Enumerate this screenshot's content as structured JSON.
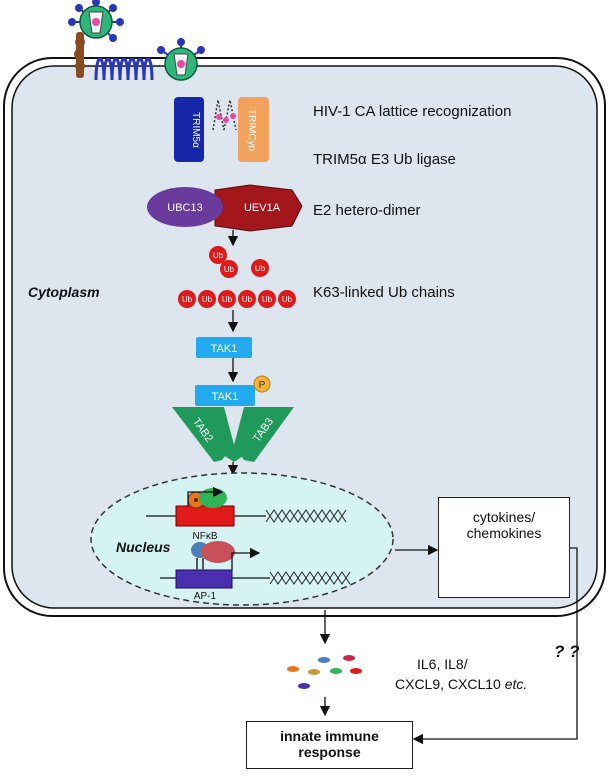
{
  "labels": {
    "ca_recognition": "HIV-1 CA lattice recognization",
    "e3_ligase": "TRIM5α E3 Ub ligase",
    "e2_dimer": "E2 hetero-dimer",
    "k63_chains": "K63-linked Ub chains",
    "cytoplasm": "Cytoplasm",
    "nucleus": "Nucleus",
    "cytokines_line1": "cytokines/",
    "cytokines_line2": "chemokines",
    "secreted_line1": "IL6, IL8/",
    "secreted_line2_prefix": "CXCL9, CXCL10 ",
    "secreted_line2_etc": "etc.",
    "innate_line1": "innate immune",
    "innate_line2": "response",
    "unknown": "? ?"
  },
  "proteins": {
    "trim5a": "TRIM5α",
    "trimcyp": "TRIMCyp",
    "ubc13": "UBC13",
    "uev1a": "UEV1A",
    "ub": "Ub",
    "tak1": "TAK1",
    "phospho": "P",
    "tab2": "TAB2",
    "tab3": "TAB3",
    "nfkb": "NFκB",
    "ap1": "AP-1"
  },
  "colors": {
    "cell_fill": "#dde5ef",
    "nucleus_fill": "#d6f3f3",
    "trim5a": "#1626a8",
    "trimcyp": "#f2a25c",
    "ubc13": "#6a3a9c",
    "uev1a": "#a3161c",
    "ub": "#e01919",
    "tak1": "#22aaee",
    "tab": "#1f9a5a",
    "virus": "#2fb67a",
    "receptor": "#2a36b8"
  }
}
